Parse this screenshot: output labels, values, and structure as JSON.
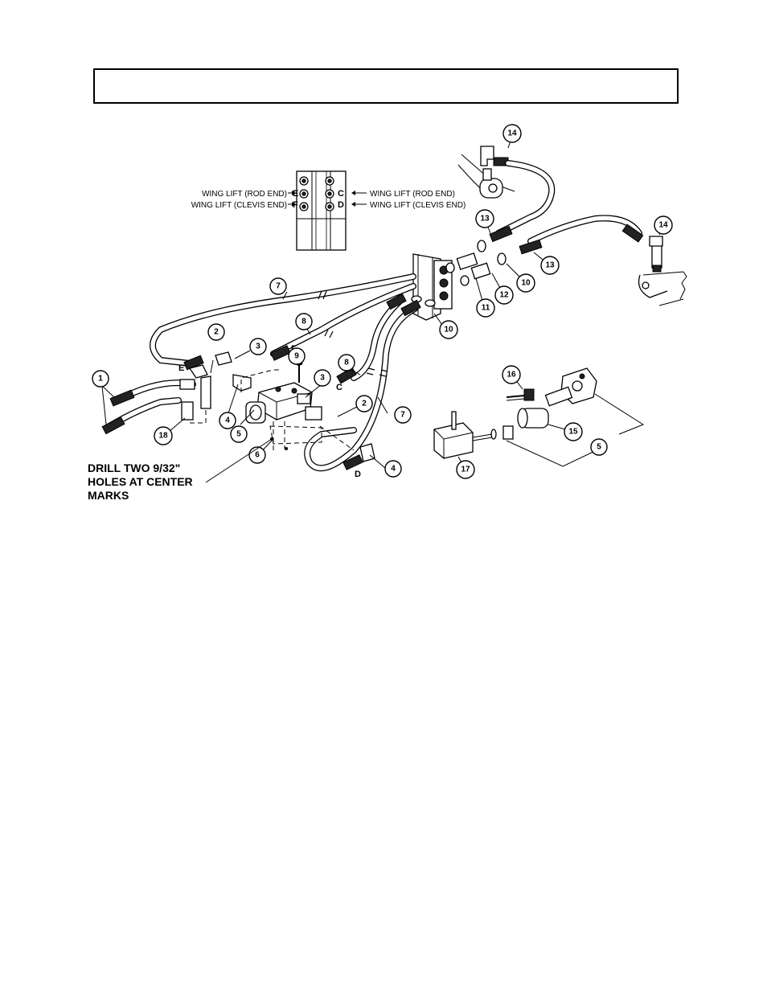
{
  "header": {
    "title": ""
  },
  "port_legend": {
    "left": [
      {
        "text": "WING LIFT (ROD END)",
        "port": "E"
      },
      {
        "text": "WING LIFT (CLEVIS END)",
        "port": "F"
      }
    ],
    "right": [
      {
        "text": "WING LIFT (ROD END)",
        "port": "C"
      },
      {
        "text": "WING LIFT (CLEVIS END)",
        "port": "D"
      }
    ]
  },
  "port_labels": {
    "e": "E",
    "f": "F",
    "c": "C",
    "d": "D"
  },
  "callouts": {
    "c1": "1",
    "c2a": "2",
    "c2b": "2",
    "c3a": "3",
    "c3b": "3",
    "c4a": "4",
    "c4b": "4",
    "c5a": "5",
    "c5b": "5",
    "c6": "6",
    "c7a": "7",
    "c7b": "7",
    "c8a": "8",
    "c8b": "8",
    "c9": "9",
    "c10a": "10",
    "c10b": "10",
    "c11": "11",
    "c12": "12",
    "c13a": "13",
    "c13b": "13",
    "c14a": "14",
    "c14b": "14",
    "c15": "15",
    "c16": "16",
    "c17": "17",
    "c18": "18"
  },
  "drill_note": {
    "line1": "DRILL TWO 9/32\"",
    "line2": "HOLES AT CENTER",
    "line3": "MARKS"
  }
}
